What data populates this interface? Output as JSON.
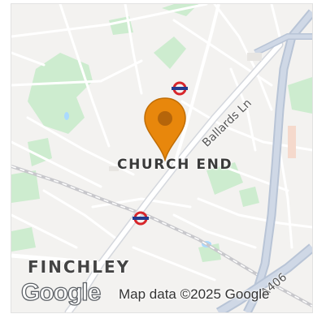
{
  "map": {
    "labels": {
      "district_main": "CHURCH END",
      "district_secondary": "FINCHLEY",
      "road_1": "Ballards Ln",
      "road_2": "A406"
    },
    "marker": {
      "icon": "map-pin-icon",
      "color": "#e8870c"
    },
    "transit_icons": [
      "underground-station-icon",
      "underground-station-icon"
    ],
    "attribution": {
      "logo_text": "Google",
      "text": "Map data ©2025 Google"
    },
    "colors": {
      "background": "#f3f2f0",
      "park": "#cdeccf",
      "road": "#ffffff",
      "highway": "#b8c4d6",
      "rail": "#c8c8cc",
      "water": "#aadaff",
      "marker": "#e8870c",
      "tube_red": "#d7262b",
      "tube_blue": "#253a8e"
    }
  }
}
